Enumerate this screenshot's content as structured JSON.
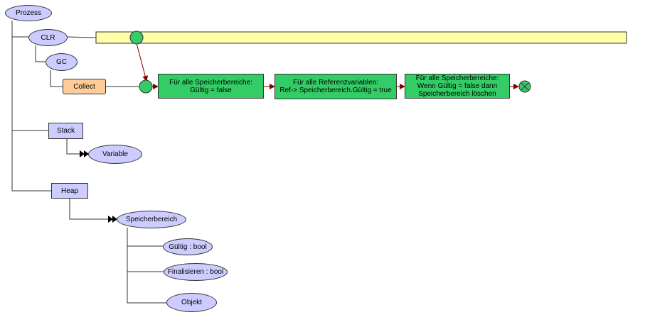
{
  "nodes": {
    "prozess": "Prozess",
    "clr": "CLR",
    "gc": "GC",
    "collect": "Collect",
    "stack": "Stack",
    "variable": "Variable",
    "heap": "Heap",
    "speicherbereich": "Speicherbereich",
    "gueltig": "Gültig : bool",
    "finalisieren": "Finalisieren : bool",
    "objekt": "Objekt"
  },
  "activities": {
    "step1": "Für alle Speicherbereiche:\nGültig = false",
    "step2": "Für alle Referenzvariablen:\nRef-> Speicherbereich.Gültig = true",
    "step3": "Für alle Speicherbereiche:\nWenn Gültig = false dann\nSpeicherbereich löschen"
  },
  "colors": {
    "class_fill": "#ccccff",
    "collect_fill": "#ffcc99",
    "activity_fill": "#33cc66",
    "lane_fill": "#ffffaa",
    "flow_arrow": "#800000"
  }
}
